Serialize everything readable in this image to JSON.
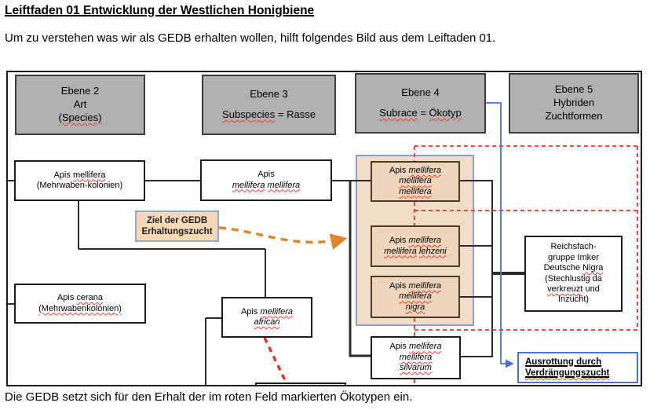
{
  "page": {
    "title": "Leiftfaden 01 Entwicklung der Westlichen Honigbiene",
    "intro": "Um zu verstehen was wir als GEDB erhalten wollen, hilft folgendes Bild aus dem Leiftaden 01.",
    "caption": "Die GEDB setzt sich für den Erhalt der im roten Feld markierten Ökotypen ein."
  },
  "diagram": {
    "headers": {
      "ebene2": {
        "l1": "Ebene 2",
        "l2": "Art",
        "l3": "(Species)"
      },
      "ebene3": {
        "l1": "Ebene 3",
        "l2a": "Subspecies",
        "l2b": " = Rasse"
      },
      "ebene4": {
        "l1": "Ebene 4",
        "l2a": "Subrace",
        "l2b": " = ",
        "l2c": "Ökotyp"
      },
      "ebene5": {
        "l1": "Ebene 5",
        "l2": "Hybriden",
        "l3": "Zuchtformen"
      }
    },
    "boxes": {
      "apis_left": {
        "l1a": "Apis ",
        "l1b": "mellifera",
        "l2": "(Mehrwaben-kolonien)"
      },
      "apis_mm": {
        "l1": "Apis",
        "l2a": "mellifera",
        "l2b": "mellifera"
      },
      "mmm": {
        "l1a": "Apis ",
        "l1b": "mellifera",
        "l2": "mellifera",
        "l3": "mellifera"
      },
      "lehzeni": {
        "l1a": "Apis ",
        "l1b": "mellifera",
        "l2a": "mellifera",
        "l2b": "lehzeni"
      },
      "nigra": {
        "l1a": "Apis ",
        "l1b": "mellifera",
        "l2": "mellifera",
        "l3": "nigra"
      },
      "ziel": {
        "l1": "Ziel der GEDB",
        "l2": "Erhaltungszucht"
      },
      "reichsfach": {
        "l1": "Reichsfach-",
        "l2": "gruppe Imker",
        "l3a": "Deutsche ",
        "l3b": "Nigra",
        "l4": "(Stechlustig da",
        "l5a": "verkreuzt",
        "l5b": " und",
        "l6": "Inzucht)"
      },
      "cerana": {
        "l1a": "Apis ",
        "l1b": "cerana",
        "l2": "(Mehrwabenkolonien)"
      },
      "african": {
        "l1a": "Apis ",
        "l1b": "mellifera",
        "l2": "african"
      },
      "silvarum": {
        "l1a": "Apis ",
        "l1b": "mellifera",
        "l2": "mellifera",
        "l3": "silvarum"
      },
      "ausrottung": {
        "l1": "Ausrottung durch",
        "l2": "Verdrängungszucht"
      }
    },
    "colors": {
      "header_gray": "#b1b1b1",
      "red_dashed": "#e8352b",
      "blue_line": "#4a74c9",
      "orange_dashed": "#dd8531",
      "tan_container": "#f1dcc8",
      "tan_box": "#efd5bc",
      "squiggle_red": "#f03d30"
    }
  }
}
